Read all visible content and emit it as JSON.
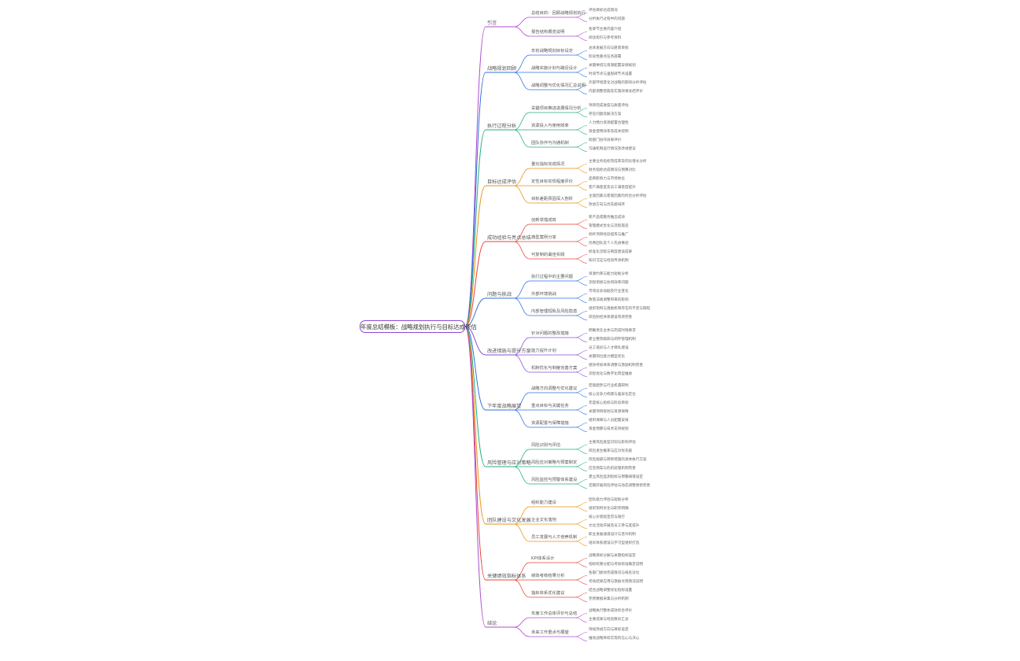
{
  "root": {
    "label": "年度总结模板：战略规划执行与目标达成评估",
    "color": "#8a4bd6"
  },
  "branches": [
    {
      "label": "引言",
      "color": "#b24bd0",
      "children": [
        {
          "label": "总结目的：回顾战略规划执行",
          "leaves": [
            "评估目标达成情况",
            "分析执行过程中的问题"
          ]
        },
        {
          "label": "报告结构概览说明",
          "leaves": [
            "各章节主要内容介绍",
            "阅读指引与参考资料"
          ]
        }
      ]
    },
    {
      "label": "战略规划回顾",
      "color": "#2f6fe0",
      "children": [
        {
          "label": "年初战略规划目标设定",
          "leaves": [
            "总体发展方向与愿景目标",
            "阶段性重点任务部署"
          ]
        },
        {
          "label": "战略实施计划与路径设计",
          "leaves": [
            "关键举措与资源配置安排规划",
            "时间节点与里程碑节点设置"
          ]
        },
        {
          "label": "战略调整与优化情况汇总说明",
          "leaves": [
            "外部环境变化对战略的影响分析评估",
            "内部调整措施及实施效果总结评价"
          ]
        }
      ]
    },
    {
      "label": "执行过程分析",
      "color": "#1fae7a",
      "children": [
        {
          "label": "关键项目推进进展情况分析",
          "leaves": [
            "项目完成进度与质量评估",
            "存在问题及解决方案"
          ]
        },
        {
          "label": "资源投入与使用效率",
          "leaves": [
            "人力物力资源配置合理性",
            "资金使用效率及成本控制"
          ]
        },
        {
          "label": "团队协作与沟通机制",
          "leaves": [
            "跨部门协作效果评价",
            "沟通机制运行情况及改进建议"
          ]
        }
      ]
    },
    {
      "label": "目标达成评估",
      "color": "#e8920f",
      "children": [
        {
          "label": "量化指标完成情况",
          "leaves": [
            "主要业务指标完成率及同比增长分析",
            "财务指标达成情况与预算对比"
          ]
        },
        {
          "label": "定性目标实现程度评价",
          "leaves": [
            "品牌影响力与市场地位",
            "客户满意度及员工满意度提升"
          ]
        },
        {
          "label": "目标差距原因深入剖析",
          "leaves": [
            "主观因素与客观因素的综合分析评估",
            "改进方向与优先级排序"
          ]
        }
      ]
    },
    {
      "label": "成功经验与亮点总结",
      "color": "#e8433a",
      "children": [
        {
          "label": "创新举措成效",
          "leaves": [
            "新产品或服务推出成效",
            "管理模式优化与流程再造"
          ]
        },
        {
          "label": "典型案例分享",
          "leaves": [
            "标杆项目经验提炼与推广",
            "优秀团队及个人先进事迹"
          ]
        },
        {
          "label": "可复制的最佳实践",
          "leaves": [
            "标准化流程与制度建设成果",
            "知识沉淀与经验传承机制"
          ]
        }
      ]
    },
    {
      "label": "问题与挑战",
      "color": "#2f6fe0",
      "children": [
        {
          "label": "执行过程中的主要问题",
          "leaves": [
            "资源约束与能力短板分析",
            "流程衔接与协同效率问题"
          ]
        },
        {
          "label": "外部环境挑战",
          "leaves": [
            "市场竞争加剧及行业变化",
            "政策法规调整带来的影响"
          ]
        },
        {
          "label": "内部管理短板及风险隐患",
          "leaves": [
            "组织架构与激励机制存在的不足与缺陷",
            "风险防控体系建设有待完善"
          ]
        }
      ]
    },
    {
      "label": "改进措施与提升方案",
      "color": "#8a4bd6",
      "children": [
        {
          "label": "针对问题的整改措施",
          "leaves": [
            "明确责任主体与完成时限要求",
            "建立整改跟踪与闭环管理机制"
          ]
        },
        {
          "label": "能力提升计划",
          "leaves": [
            "员工培训与人才梯队建设",
            "关键岗位能力模型优化"
          ]
        },
        {
          "label": "机制优化与制度完善方案",
          "leaves": [
            "绩效考核体系调整与激励机制完善",
            "流程优化与数字化转型推进"
          ]
        }
      ]
    },
    {
      "label": "下年度战略展望",
      "color": "#2f6fe0",
      "children": [
        {
          "label": "战略方向调整与优化建议",
          "leaves": [
            "宏观趋势与行业机遇研判",
            "核心竞争力构建与差异化定位"
          ]
        },
        {
          "label": "重点目标与关键任务",
          "leaves": [
            "年度核心指标与阶段目标",
            "关键项目规划与资源保障"
          ]
        },
        {
          "label": "资源配置与保障措施",
          "leaves": [
            "组织保障与人员配置安排",
            "资金预算与技术支持规划"
          ]
        }
      ]
    },
    {
      "label": "风险管理与应对策略",
      "color": "#1fae7a",
      "children": [
        {
          "label": "风险识别与评估",
          "leaves": [
            "主要风险类型识别与影响评估",
            "风险发生概率与应对优先级"
          ]
        },
        {
          "label": "风险应对策略与预案制定",
          "leaves": [
            "风险规避与转移措施的具体执行方案",
            "应急预案与危机处理机制完善"
          ]
        },
        {
          "label": "风险监控与预警体系建设",
          "leaves": [
            "建立风险监测指标与预警阈值设定",
            "定期开展风险评估与动态调整更新完善"
          ]
        }
      ]
    },
    {
      "label": "团队建设与文化发展",
      "color": "#e8920f",
      "children": [
        {
          "label": "组织能力建设",
          "leaves": [
            "团队能力评估与短板分析",
            "组织架构优化与职责明确"
          ]
        },
        {
          "label": "企业文化落地",
          "leaves": [
            "核心价值观宣贯与践行",
            "文化活动开展及员工参与度提升"
          ]
        },
        {
          "label": "员工发展与人才培养机制",
          "leaves": [
            "职业发展通道设计与晋升机制",
            "培训体系建设与学习型组织打造"
          ]
        }
      ]
    },
    {
      "label": "关键绩效指标体系",
      "color": "#e8433a",
      "children": [
        {
          "label": "KPI体系设计",
          "leaves": [
            "战略目标分解与关键指标设定",
            "指标权重分配与考核标准确定说明"
          ]
        },
        {
          "label": "绩效考核结果分析",
          "leaves": [
            "各部门绩效完成情况与排名对比",
            "考核结果应用与激励兑现情况说明"
          ]
        },
        {
          "label": "指标体系优化建议",
          "leaves": [
            "结合战略调整优化指标设置",
            "完善数据采集与分析机制"
          ]
        }
      ]
    },
    {
      "label": "结论",
      "color": "#b24bd0",
      "children": [
        {
          "label": "年度工作总体评价与总结",
          "leaves": [
            "战略执行整体成效综合评价",
            "主要成果与经验教训汇总"
          ]
        },
        {
          "label": "未来工作重点与展望",
          "leaves": [
            "持续改进方向与目标设定",
            "推动战略目标实现的信心与决心"
          ]
        }
      ]
    }
  ]
}
